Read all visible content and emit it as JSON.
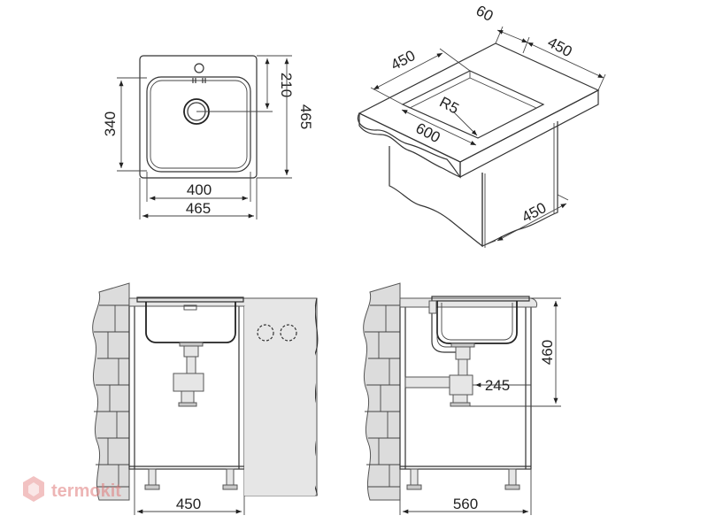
{
  "top_view": {
    "d_210": "210",
    "d_340": "340",
    "d_465_right": "465",
    "d_400": "400",
    "d_465_bottom": "465"
  },
  "iso_view": {
    "d_60": "60",
    "d_450_top": "450",
    "d_450_left": "450",
    "d_r5": "R5",
    "d_600": "600",
    "d_450_cabinet": "450"
  },
  "front_view": {
    "d_450": "450"
  },
  "side_view": {
    "d_460": "460",
    "d_245": "245",
    "d_560": "560"
  },
  "watermark": {
    "text": "termokit"
  }
}
